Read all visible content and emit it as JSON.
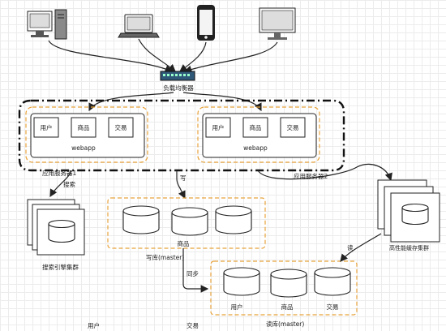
{
  "labels": {
    "load_balancer": "负载均衡器",
    "server1": {
      "modules": [
        "用户",
        "商品",
        "交易"
      ],
      "webapp": "webapp",
      "name": "应用服务器1"
    },
    "server2": {
      "modules": [
        "用户",
        "商品",
        "交易"
      ],
      "webapp": "webapp",
      "name": "应用服务器2"
    },
    "search_label": "搜索",
    "write_label": "写",
    "read_label": "读",
    "search_cluster": "搜索引擎集群",
    "write_db": {
      "title": "写库(master)",
      "db_label": "商品"
    },
    "sync_label": "同步",
    "read_db": {
      "title": "读库(master)",
      "db_labels": [
        "用户",
        "商品",
        "交易"
      ]
    },
    "cache_cluster": "高性能缓存集群",
    "footer": [
      "用户",
      "交易"
    ]
  }
}
